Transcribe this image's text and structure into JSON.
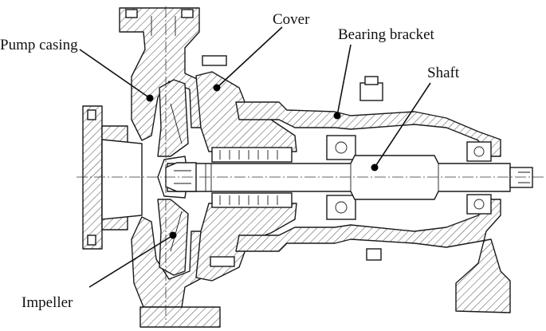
{
  "labels": {
    "pump_casing": "Pump casing",
    "cover": "Cover",
    "bearing_bracket": "Bearing bracket",
    "shaft": "Shaft",
    "impeller": "Impeller"
  }
}
